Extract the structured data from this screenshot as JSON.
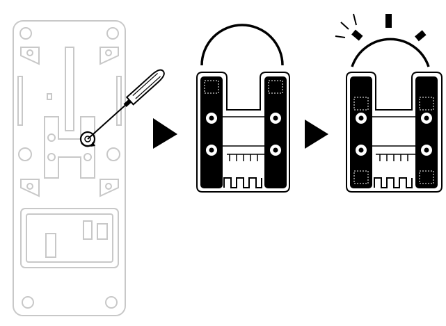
{
  "diagram": {
    "steps": [
      {
        "id": "unscrew-base-plate"
      },
      {
        "id": "plate-original-position"
      },
      {
        "id": "plate-rotated-position"
      }
    ],
    "arrows": [
      "step-arrow-1",
      "step-arrow-2"
    ],
    "colors": {
      "line": "#000000",
      "light_line": "#c8c8c8",
      "fill": "#ffffff",
      "dark": "#000000"
    }
  }
}
